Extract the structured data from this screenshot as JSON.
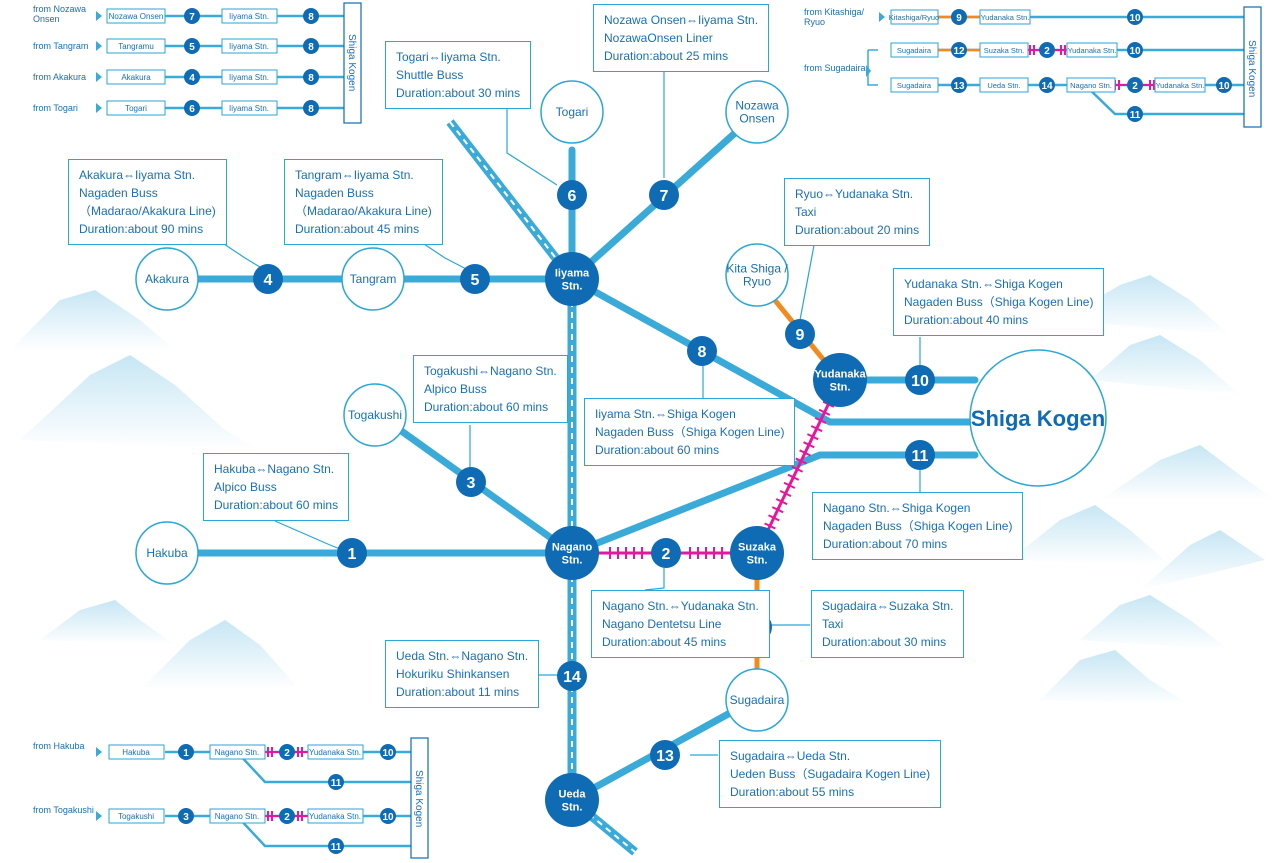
{
  "colors": {
    "route": "#3aaad8",
    "node": "#0f6bb4",
    "rail_pink": "#e5179c",
    "taxi": "#f28a1e",
    "text": "#1a6fb3",
    "mountain": "#cde8f4"
  },
  "stations": {
    "iiyama": "Iiyama Stn.",
    "nagano": "Nagano Stn.",
    "yudanaka": "Yudanaka Stn.",
    "suzaka": "Suzaka Stn.",
    "ueda": "Ueda Stn."
  },
  "places": {
    "akakura": "Akakura",
    "tangram": "Tangram",
    "togari": "Togari",
    "nozawa": "Nozawa Onsen",
    "kitashiga": "Kita Shiga / Ryuo",
    "togakushi": "Togakushi",
    "hakuba": "Hakuba",
    "sugadaira": "Sugadaira",
    "shiga": "Shiga Kogen"
  },
  "routes": [
    {
      "num": "1"
    },
    {
      "num": "2"
    },
    {
      "num": "3"
    },
    {
      "num": "4"
    },
    {
      "num": "5"
    },
    {
      "num": "6"
    },
    {
      "num": "7"
    },
    {
      "num": "8"
    },
    {
      "num": "9"
    },
    {
      "num": "10"
    },
    {
      "num": "11"
    },
    {
      "num": "12"
    },
    {
      "num": "13"
    },
    {
      "num": "14"
    }
  ],
  "info_boxes": [
    {
      "lines": [
        "Togari⇔Iiyama Stn.",
        "Shuttle Buss",
        "Duration:about 30 mins"
      ]
    },
    {
      "lines": [
        "Nozawa Onsen⇔Iiyama Stn.",
        "NozawaOnsen Liner",
        "Duration:about 25 mins"
      ]
    },
    {
      "lines": [
        "Akakura⇔Iiyama Stn.",
        "Nagaden Buss",
        "（Madarao/Akakura Line)",
        "Duration:about 90 mins"
      ]
    },
    {
      "lines": [
        "Tangram⇔Iiyama Stn.",
        "Nagaden Buss",
        "（Madarao/Akakura Line)",
        "Duration:about 45 mins"
      ]
    },
    {
      "lines": [
        "Ryuo⇔Yudanaka Stn.",
        "Taxi",
        "Duration:about 20 mins"
      ]
    },
    {
      "lines": [
        "Yudanaka Stn.⇔Shiga Kogen",
        "Nagaden Buss（Shiga Kogen Line)",
        "Duration:about 40 mins"
      ]
    },
    {
      "lines": [
        "Togakushi⇔Nagano Stn.",
        "Alpico Buss",
        "Duration:about 60 mins"
      ]
    },
    {
      "lines": [
        "Iiyama Stn.⇔Shiga Kogen",
        "Nagaden Buss（Shiga Kogen Line)",
        "Duration:about 60 mins"
      ]
    },
    {
      "lines": [
        "Hakuba⇔Nagano Stn.",
        "Alpico Buss",
        "Duration:about 60 mins"
      ]
    },
    {
      "lines": [
        "Nagano Stn.⇔Shiga Kogen",
        "Nagaden Buss（Shiga Kogen Line)",
        "Duration:about 70 mins"
      ]
    },
    {
      "lines": [
        "Nagano Stn.⇔Yudanaka Stn.",
        "Nagano Dentetsu Line",
        "Duration:about 45 mins"
      ]
    },
    {
      "lines": [
        "Sugadaira⇔Suzaka Stn.",
        "Taxi",
        "Duration:about 30 mins"
      ]
    },
    {
      "lines": [
        "Ueda Stn.⇔Nagano Stn.",
        "Hokuriku Shinkansen",
        "Duration:about 11 mins"
      ]
    },
    {
      "lines": [
        "Sugadaira⇔Ueda Stn.",
        "Ueden Buss（Sugadaira Kogen Line)",
        "Duration:about 55 mins"
      ]
    }
  ],
  "legend_top_left": {
    "from": [
      "from Nozawa Onsen",
      "from Tangram",
      "from Akakura",
      "from Togari"
    ],
    "start": [
      "Nozawa Onsen",
      "Tangramu",
      "Akakura",
      "Togari"
    ],
    "mid": "Iiyama Stn.",
    "dest": "Shiga Kogen"
  },
  "legend_top_right": {
    "from_kitashiga": "from Kitashiga/ Ryuo",
    "from_sugadaira": "from Sugadaira",
    "kitashiga": "Kitashiga/Ryuo",
    "sugadaira": "Sugadaira",
    "yudanaka": "Yudanaka Stn.",
    "suzaka": "Suzaka Stn.",
    "ueda": "Ueda Stn.",
    "nagano": "Nagano Stn.",
    "dest": "Shiga Kogen"
  },
  "legend_bottom_left": {
    "from_hakuba": "from Hakuba",
    "from_togakushi": "from Togakushi",
    "hakuba": "Hakuba",
    "togakushi": "Togakushi",
    "nagano": "Nagano Stn.",
    "yudanaka": "Yudanaka Stn.",
    "dest": "Shiga Kogen"
  }
}
